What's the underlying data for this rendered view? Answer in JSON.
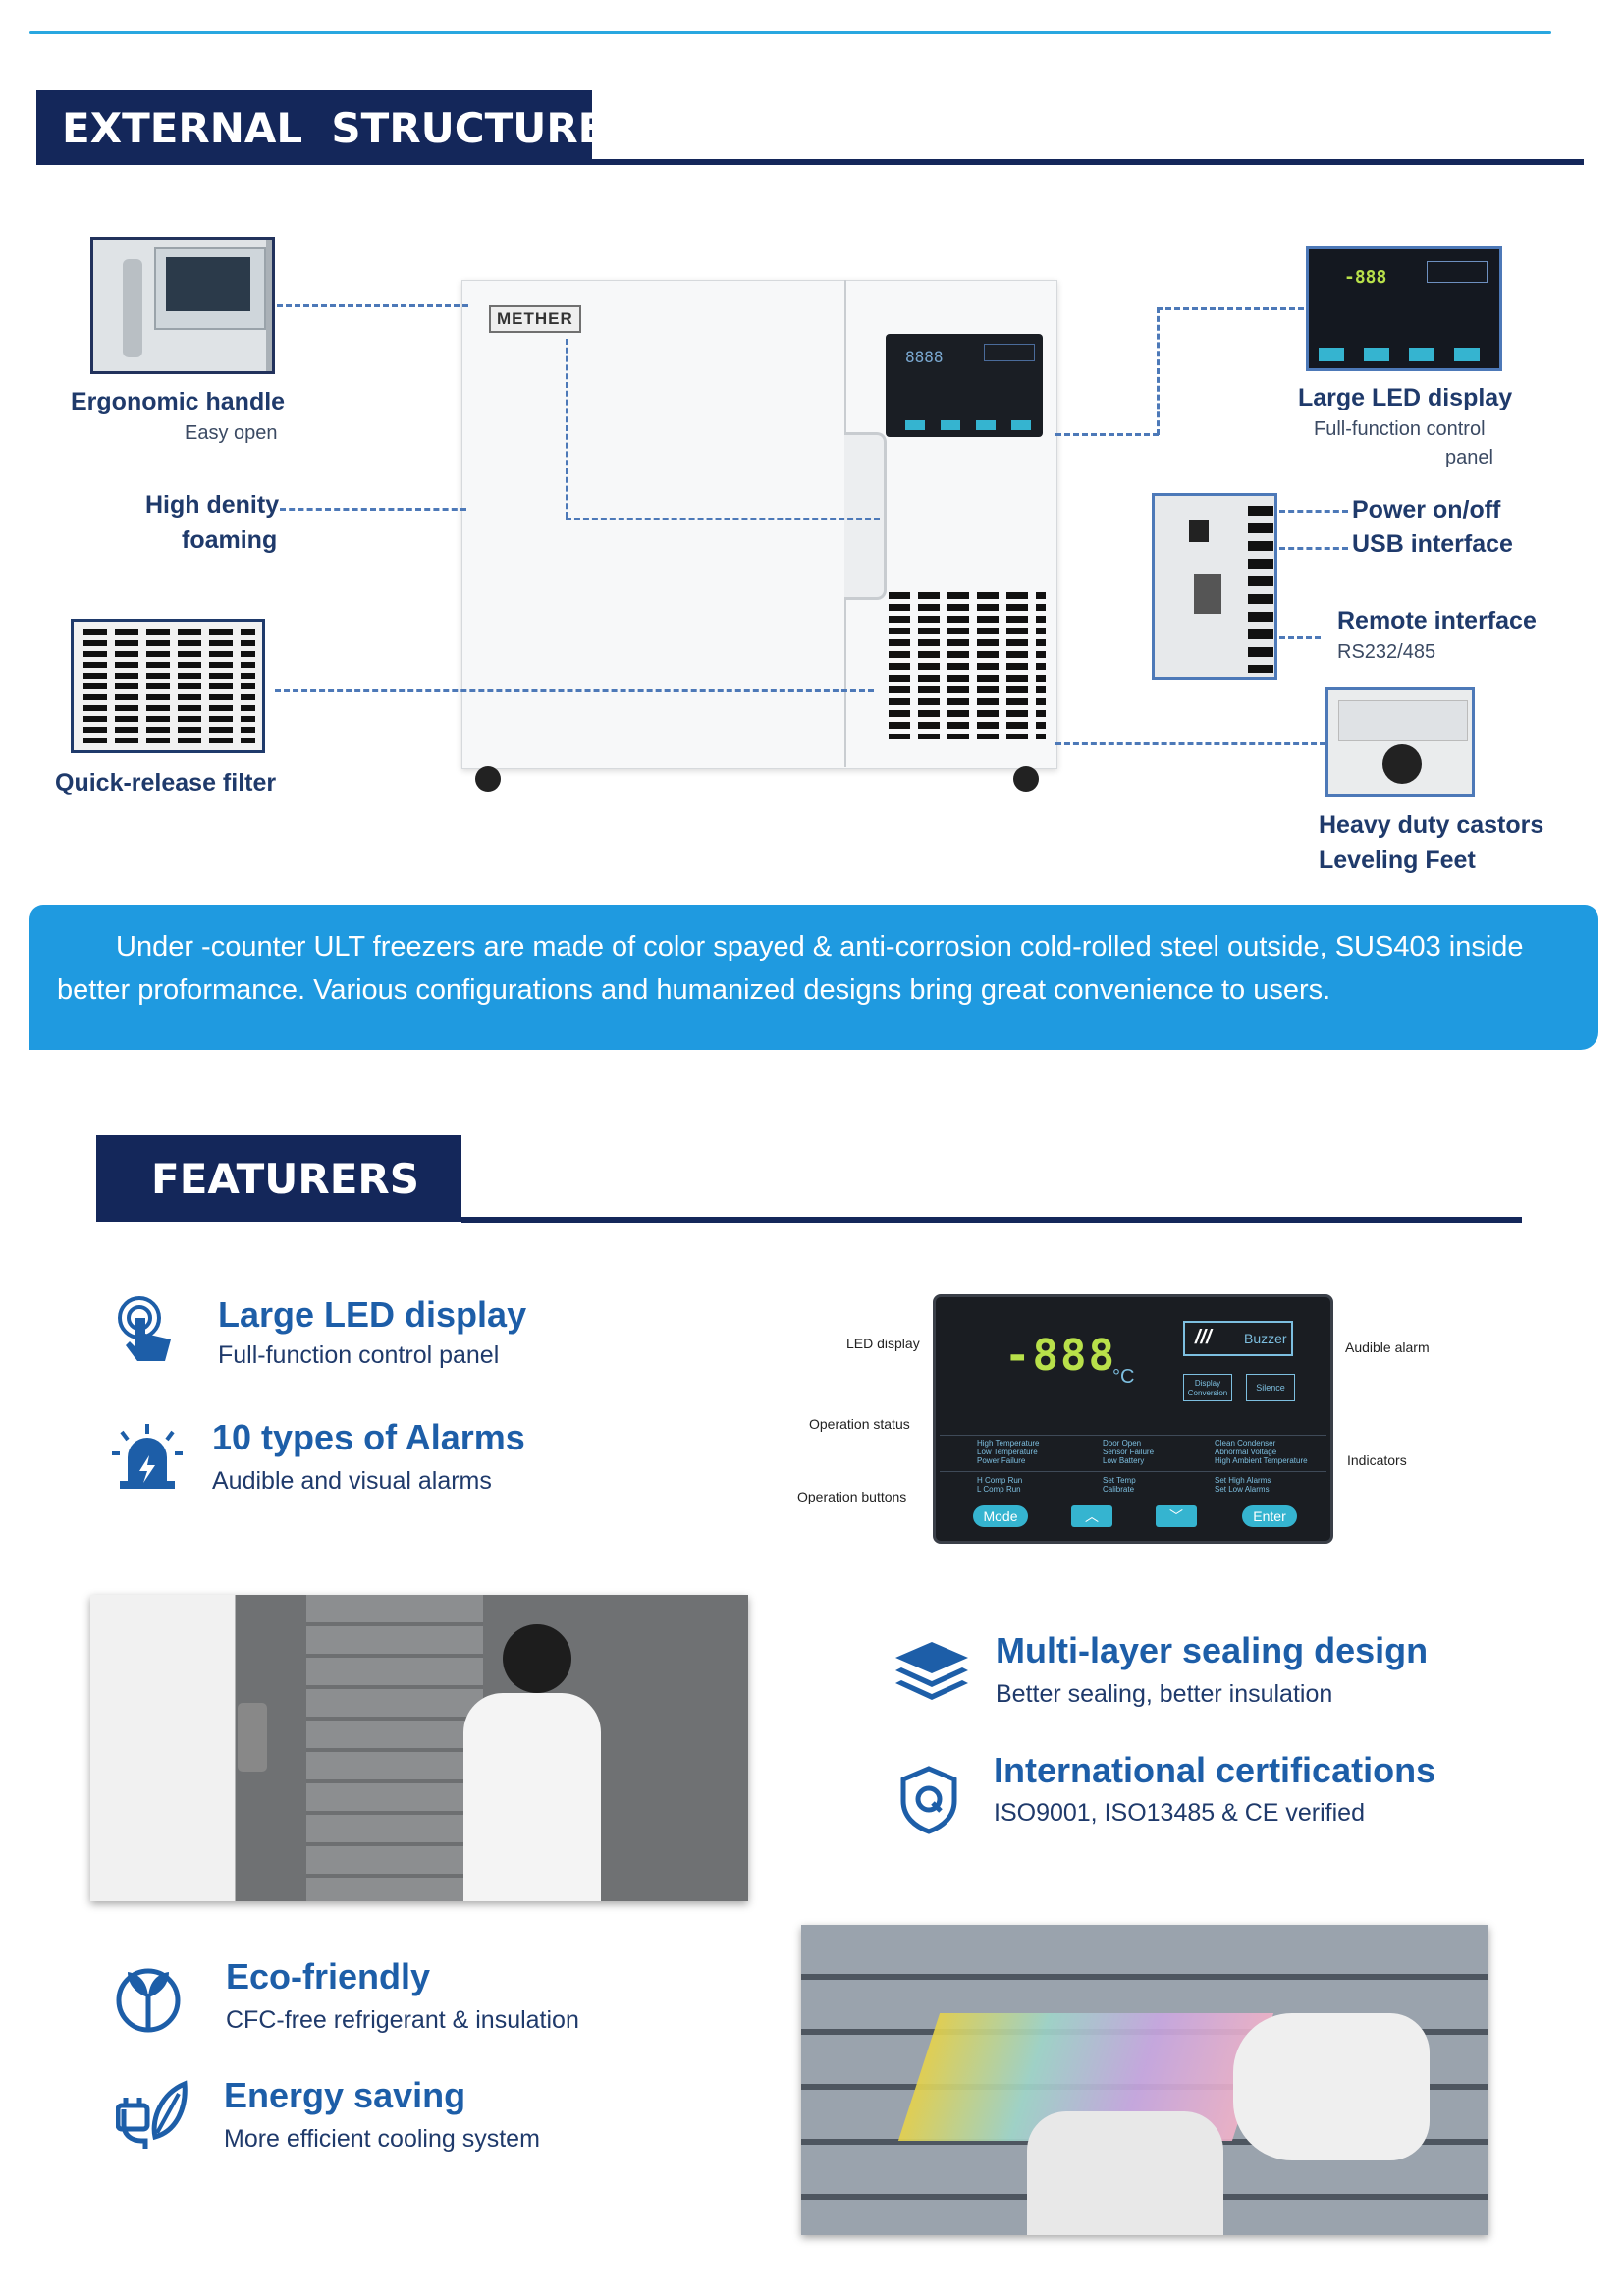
{
  "section1": {
    "title": "EXTERNAL  STRUCTURE"
  },
  "brand_logo": "METHER",
  "callouts": {
    "handle": {
      "title": "Ergonomic handle",
      "sub": "Easy open"
    },
    "foaming": {
      "title_line1": "High denity",
      "title_line2": "foaming"
    },
    "filter": {
      "title": "Quick-release filter"
    },
    "led": {
      "title": "Large LED display",
      "sub_line1": "Full-function control",
      "sub_line2": "panel"
    },
    "power": {
      "title": "Power on/off"
    },
    "usb": {
      "title": "USB interface"
    },
    "remote": {
      "title": "Remote interface",
      "sub": "RS232/485"
    },
    "castors": {
      "title_line1": "Heavy duty castors",
      "title_line2": "Leveling Feet"
    }
  },
  "banner": {
    "line1": "Under -counter ULT freezers are made of color spayed & anti-corrosion cold-rolled steel outside, SUS403 inside",
    "line2": "better proformance. Various configurations and humanized designs bring great convenience to users."
  },
  "section2": {
    "title": "FEATURERS"
  },
  "features": {
    "led": {
      "title": "Large LED display",
      "sub": "Full-function control panel"
    },
    "alarms": {
      "title": "10 types of Alarms",
      "sub": "Audible and visual alarms"
    },
    "sealing": {
      "title": "Multi-layer sealing design",
      "sub": "Better sealing, better insulation"
    },
    "cert": {
      "title": "International certifications",
      "sub": "ISO9001, ISO13485 & CE verified"
    },
    "eco": {
      "title": "Eco-friendly",
      "sub": "CFC-free refrigerant & insulation"
    },
    "energy": {
      "title": "Energy saving",
      "sub": "More efficient cooling system"
    }
  },
  "panel": {
    "labels": {
      "led_display": "LED display",
      "operation_status": "Operation status",
      "operation_buttons": "Operation buttons",
      "audible_alarm": "Audible alarm",
      "indicators": "Indicators"
    },
    "readout": "-888",
    "unit": "°C",
    "buzzer": "Buzzer",
    "display_conversion_1": "Display",
    "display_conversion_2": "Conversion",
    "silence": "Silence",
    "status_col1": [
      "High Temperature",
      "Low Temperature",
      "Power Failure"
    ],
    "status_col2": [
      "Door Open",
      "Sensor Failure",
      "Low Battery"
    ],
    "status_col3": [
      "Clean Condenser",
      "Abnormal Voltage",
      "High Ambient Temperature"
    ],
    "run_col1": [
      "H Comp Run",
      "L Comp Run"
    ],
    "run_col2": [
      "Set Temp",
      "Calibrate"
    ],
    "run_col3": [
      "Set High Alarms",
      "Set Low Alarms"
    ],
    "btn_mode": "Mode",
    "btn_up": "︿",
    "btn_down": "﹀",
    "btn_enter": "Enter"
  },
  "colors": {
    "navy": "#14275a",
    "accent_blue": "#1d5ea8",
    "banner_blue": "#1f9ae0",
    "dash_blue": "#4d79b8"
  }
}
